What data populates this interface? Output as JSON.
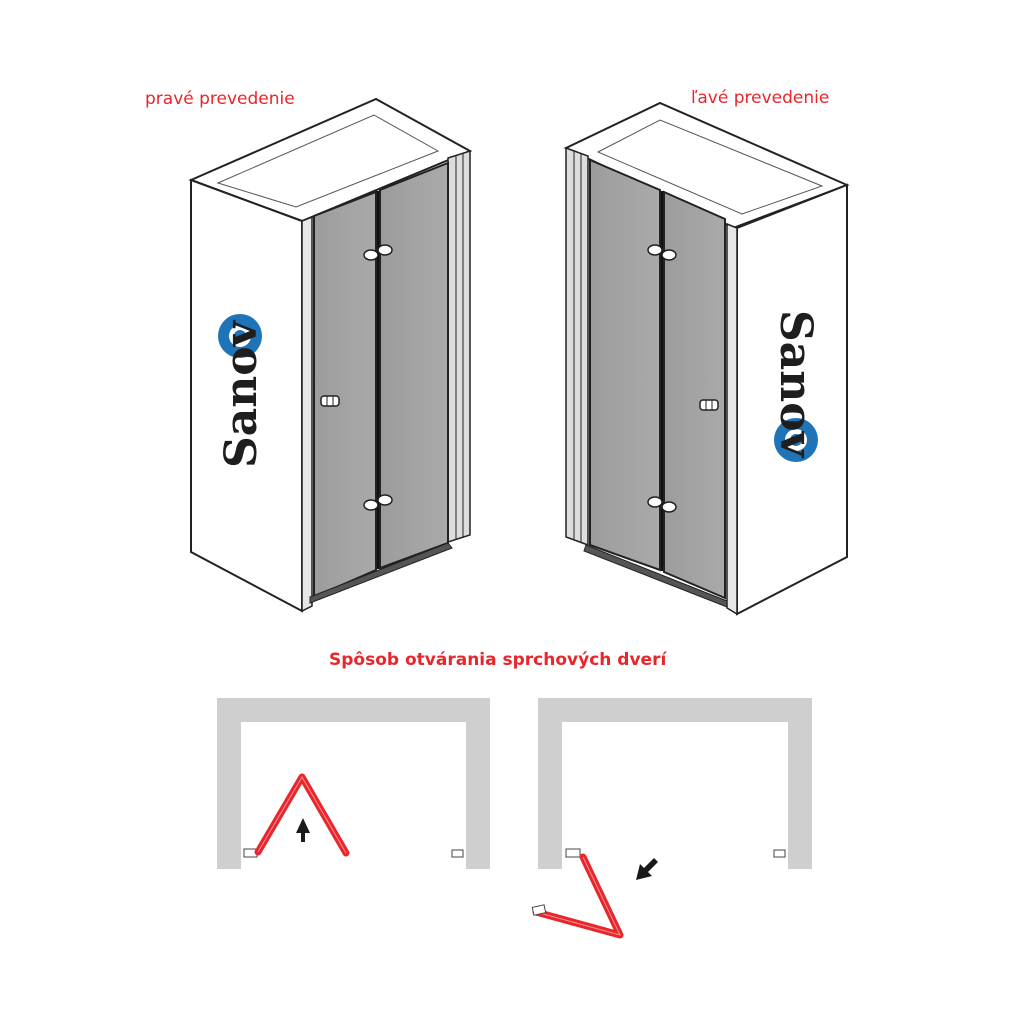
{
  "captions": {
    "right_version": "pravé prevedenie",
    "left_version": "ľavé prevedenie",
    "opening_method": "Spôsob otvárania sprchových dverí"
  },
  "brand": {
    "name": "Sanovo",
    "letters": "Sanov",
    "accent_color": "#1f74b8"
  },
  "colors": {
    "caption": "#e8262b",
    "glass": "#a3a3a3",
    "wall": "#cfcfcf",
    "door_path": "#e8262b"
  },
  "icons": [
    "door-knob-icon",
    "hinge-icon",
    "arrow-icon",
    "sanovo-logo-icon"
  ]
}
